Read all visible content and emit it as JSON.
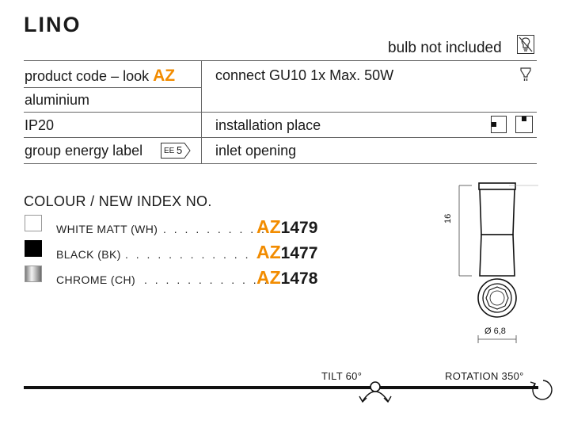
{
  "title": "LINO",
  "bulb_note": "bulb not included",
  "specs": {
    "product_code_label": "product code – look",
    "product_code_brand": "AZ",
    "material": "aluminium",
    "ip": "IP20",
    "energy_label": "group energy label",
    "energy_badge_prefix": "EE",
    "energy_badge_value": "5",
    "connect": "connect GU10 1x Max. 50W",
    "installation": "installation place",
    "inlet": "inlet opening"
  },
  "colour_section": {
    "title": "COLOUR / NEW INDEX NO.",
    "items": [
      {
        "name": "WHITE MATT (WH)",
        "dots": ". . . . . . . . . .",
        "prefix": "AZ",
        "number": "1479",
        "swatch": "#ffffff"
      },
      {
        "name": "BLACK (BK)",
        "dots": ". . . . . . . . . . . . .",
        "prefix": "AZ",
        "number": "1477",
        "swatch": "#000000"
      },
      {
        "name": "CHROME (CH)",
        "dots": ". . . . . . . . . . . .",
        "prefix": "AZ",
        "number": "1478",
        "swatch": "chrome"
      }
    ]
  },
  "dimensions": {
    "height": "16",
    "diameter": "Ø 6,8"
  },
  "features": {
    "tilt": "TILT 60°",
    "rotation": "ROTATION 350°"
  },
  "colors": {
    "accent": "#f28c00",
    "text": "#1a1a1a",
    "rule": "#666666"
  },
  "icons": [
    "bulb-not-included-icon",
    "gu10-bulb-icon",
    "wall-mount-icon",
    "ceiling-mount-icon",
    "tilt-icon",
    "rotation-icon"
  ]
}
